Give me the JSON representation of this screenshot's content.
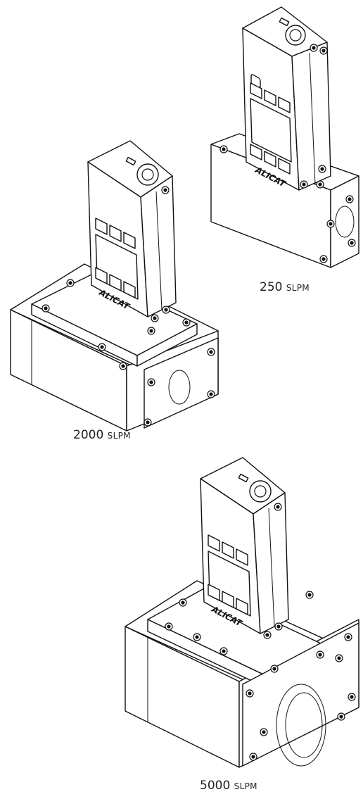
{
  "labels": {
    "unit_250": {
      "value": "250",
      "unit": "SLPM"
    },
    "unit_2000": {
      "value": "2000",
      "unit": "SLPM"
    },
    "unit_5000": {
      "value": "5000",
      "unit": "SLPM"
    }
  },
  "brand_text": "ALICAT"
}
